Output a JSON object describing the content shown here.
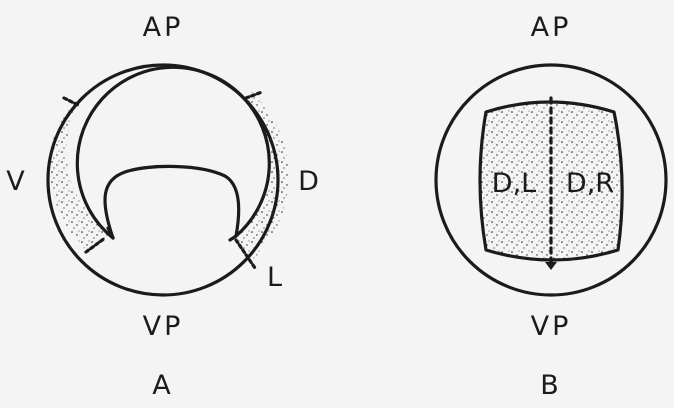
{
  "figure_a": {
    "label_top": "AP",
    "label_bottom": "VP",
    "label_left": "V",
    "label_right": "D",
    "label_marker": "L",
    "caption": "A"
  },
  "figure_b": {
    "label_top": "AP",
    "label_bottom": "VP",
    "label_left_half": "D,L",
    "label_right_half": "D,R",
    "caption": "B"
  },
  "colors": {
    "ink": "#1b1b1b",
    "background": "#f4f4f4",
    "stipple": "#1b1b1b"
  }
}
